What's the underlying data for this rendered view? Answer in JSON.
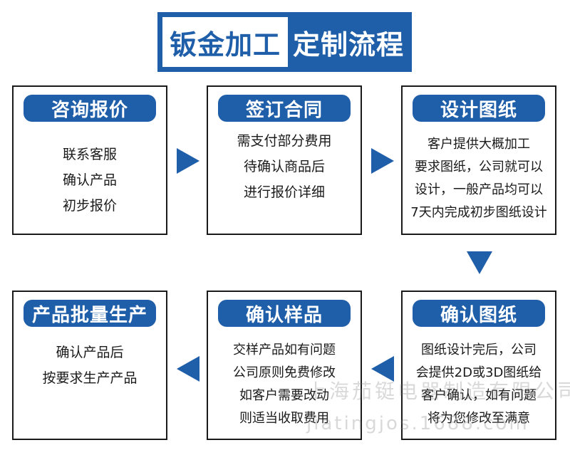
{
  "title": {
    "left": "钣金加工",
    "right": "定制流程"
  },
  "steps": [
    {
      "label": "咨询报价",
      "lines": [
        "联系客服",
        "确认产品",
        "初步报价"
      ]
    },
    {
      "label": "签订合同",
      "lines": [
        "需支付部分费用",
        "待确认商品后",
        "进行报价详细"
      ]
    },
    {
      "label": "设计图纸",
      "lines": [
        "客户提供大概加工",
        "要求图纸，公司就可以",
        "设计，一般产品均可以",
        "7天内完成初步图纸设计"
      ]
    },
    {
      "label": "确认图纸",
      "lines": [
        "图纸设计完后，公司",
        "会提供2D或3D图纸给",
        "客户确认，如有问题",
        "将为您修改至满意"
      ]
    },
    {
      "label": "确认样品",
      "lines": [
        "交样产品如有问题",
        "公司原则免费修改",
        "如客户需要改动",
        "则适当收取费用"
      ]
    },
    {
      "label": "产品批量生产",
      "lines": [
        "确认产品后",
        "按要求生产产品"
      ]
    }
  ],
  "watermark": {
    "line1": "上海茄铤电器制造有限公司",
    "line2": "jiatingjos.1688.com"
  },
  "colors": {
    "accent": "#1f5ea8",
    "border": "#1a1a1a"
  }
}
